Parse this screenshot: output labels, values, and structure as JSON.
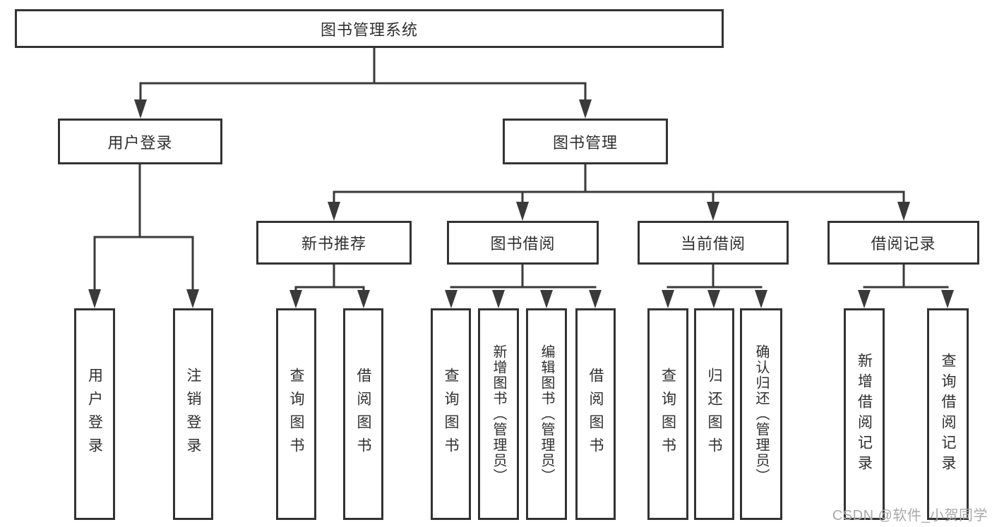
{
  "diagram": {
    "root": "图书管理系统",
    "level2": {
      "user_login": "用户登录",
      "book_management": "图书管理"
    },
    "level3": {
      "new_book": "新书推荐",
      "borrowing": "图书借阅",
      "current": "当前借阅",
      "records": "借阅记录"
    },
    "leaves": {
      "user_login": [
        "用户登录",
        "注销登录"
      ],
      "new_book": [
        "查询图书",
        "借阅图书"
      ],
      "borrowing": [
        "查询图书",
        "新增图书（管理员）",
        "编辑图书（管理员）",
        "借阅图书"
      ],
      "current": [
        "查询图书",
        "归还图书",
        "确认归还（管理员）"
      ],
      "records": [
        "新增借阅记录",
        "查询借阅记录"
      ]
    }
  },
  "watermark": "CSDN @软件_小贺同学",
  "colors": {
    "line": "#3a3a3a",
    "box_border": "#333333",
    "text": "#2f2f2f",
    "background": "#ffffff",
    "watermark": "#a9a9a9"
  }
}
